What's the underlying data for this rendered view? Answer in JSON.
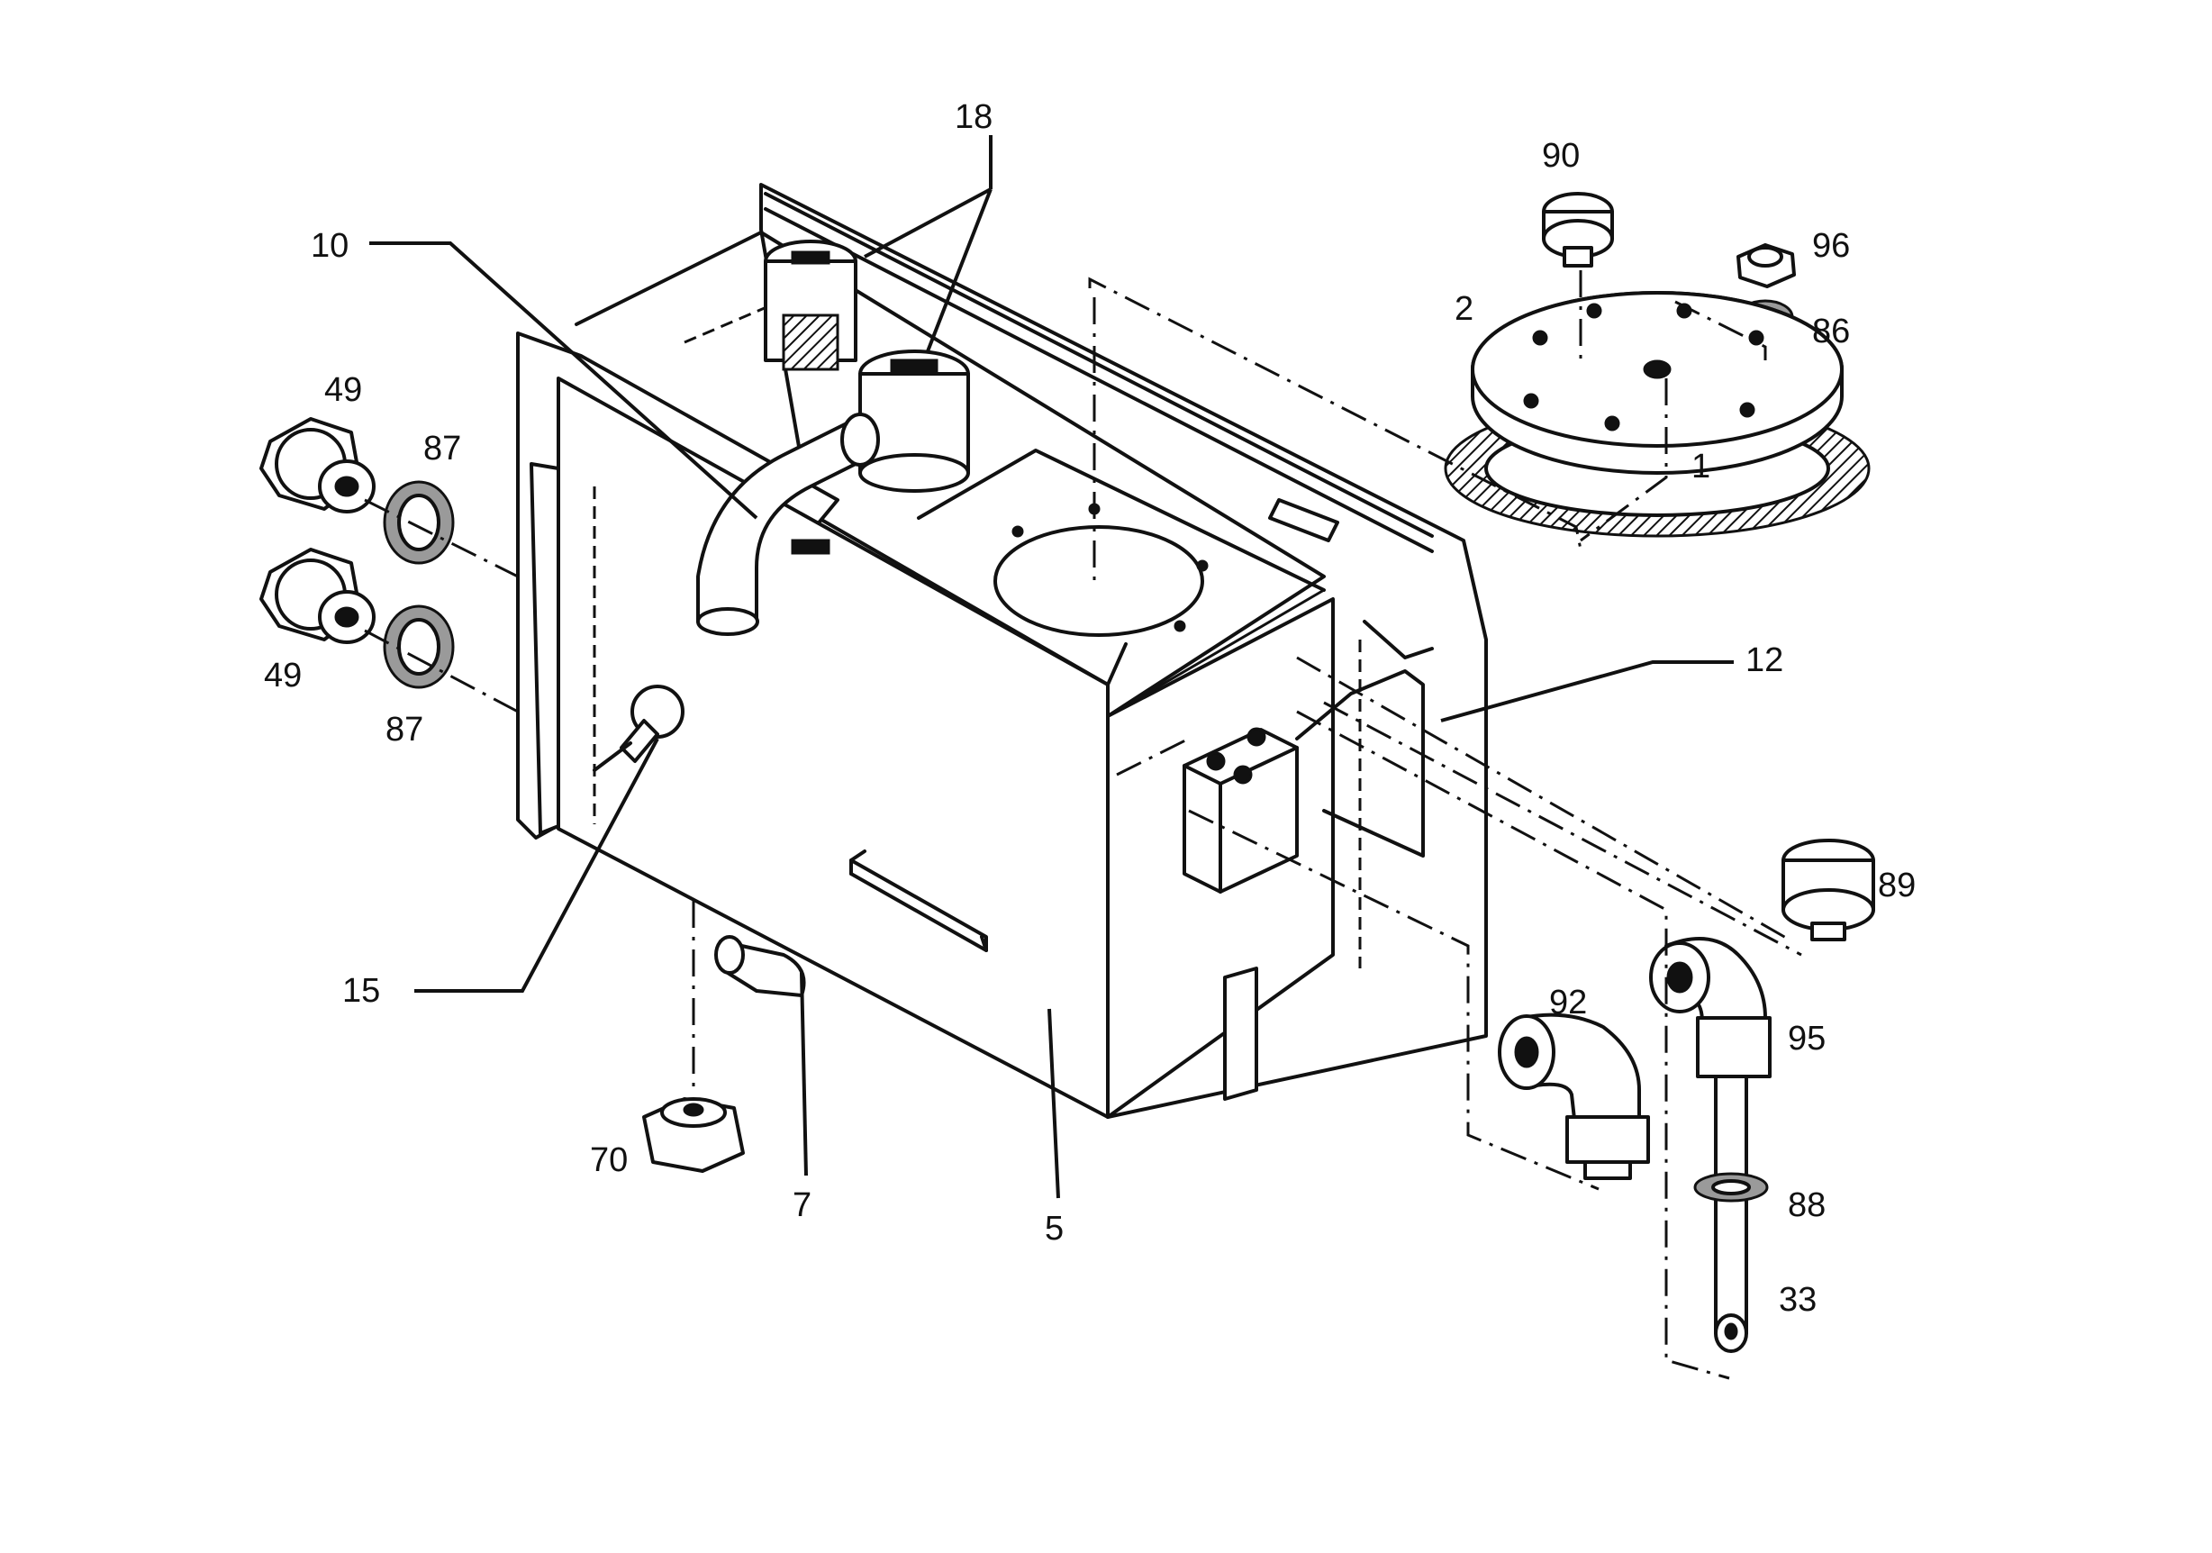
{
  "part_labels": {
    "p1": "1",
    "p2": "2",
    "p5": "5",
    "p7": "7",
    "p10": "10",
    "p12": "12",
    "p15": "15",
    "p18": "18",
    "p33": "33",
    "p49a": "49",
    "p49b": "49",
    "p70": "70",
    "p86": "86",
    "p87a": "87",
    "p87b": "87",
    "p88": "88",
    "p89": "89",
    "p90": "90",
    "p92": "92",
    "p95": "95",
    "p96": "96"
  }
}
